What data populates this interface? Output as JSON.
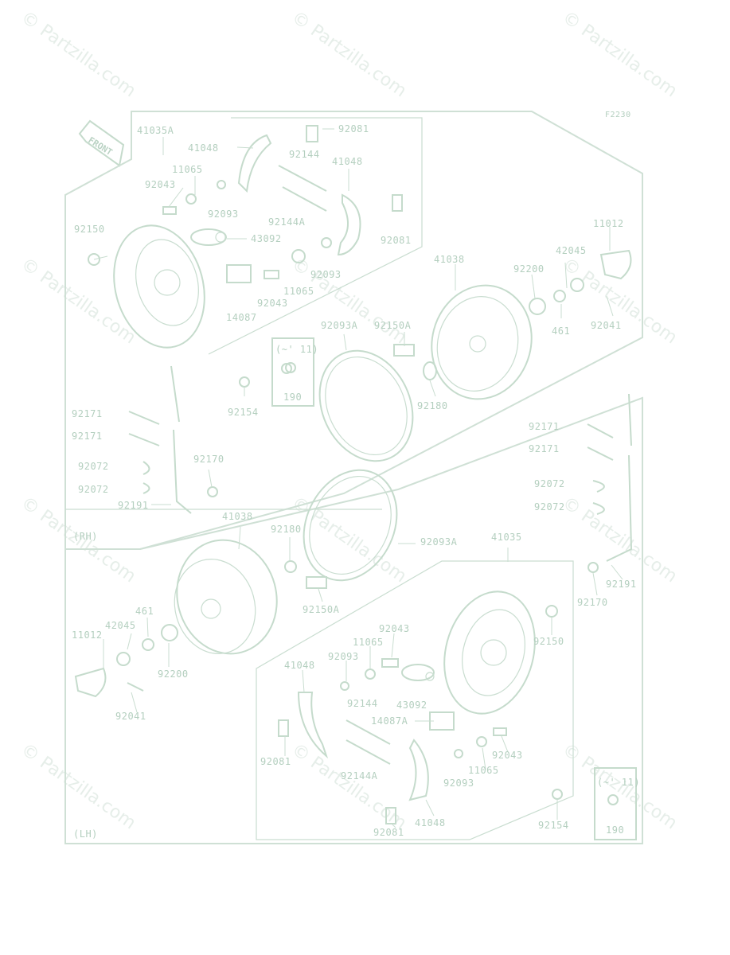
{
  "diagram": {
    "code": "F2230",
    "front_label": "FRONT",
    "watermark": "© Partzilla.com",
    "variants": {
      "rh": "(RH)",
      "lh": "(LH)",
      "year_rh": "(~' 11)",
      "year_lh": "(~' 11)"
    },
    "parts_rh": {
      "p41035A": "41035A",
      "p92081a": "92081",
      "p41048a": "41048",
      "p92144": "92144",
      "p41048b": "41048",
      "p11065a": "11065",
      "p92043a": "92043",
      "p92093a": "92093",
      "p92144A": "92144A",
      "p92081b": "92081",
      "p92150": "92150",
      "p43092": "43092",
      "p92093b": "92093",
      "p41038": "41038",
      "p11012": "11012",
      "p42045": "42045",
      "p92200": "92200",
      "p11065b": "11065",
      "p92043b": "92043",
      "p14087": "14087",
      "p461": "461",
      "p92041": "92041",
      "p92093A": "92093A",
      "p92150A": "92150A",
      "p190": "190",
      "p92180": "92180",
      "p92154": "92154",
      "p92171a": "92171",
      "p92171b": "92171",
      "p92072a": "92072",
      "p92072b": "92072",
      "p92170": "92170",
      "p92191": "92191"
    },
    "parts_lh": {
      "p92171a": "92171",
      "p92171b": "92171",
      "p92072a": "92072",
      "p92072b": "92072",
      "p41038": "41038",
      "p92180": "92180",
      "p92093A": "92093A",
      "p41035": "41035",
      "p92191": "92191",
      "p92170": "92170",
      "p461": "461",
      "p42045": "42045",
      "p11012": "11012",
      "p92150A": "92150A",
      "p92150": "92150",
      "p92043a": "92043",
      "p11065a": "11065",
      "p92093a": "92093",
      "p41048a": "41048",
      "p92200": "92200",
      "p92144": "92144",
      "p43092": "43092",
      "p14087A": "14087A",
      "p92041": "92041",
      "p92043b": "92043",
      "p11065b": "11065",
      "p92081a": "92081",
      "p92144A": "92144A",
      "p92093b": "92093",
      "p92154": "92154",
      "p190": "190",
      "p41048b": "41048",
      "p92081b": "92081"
    }
  }
}
